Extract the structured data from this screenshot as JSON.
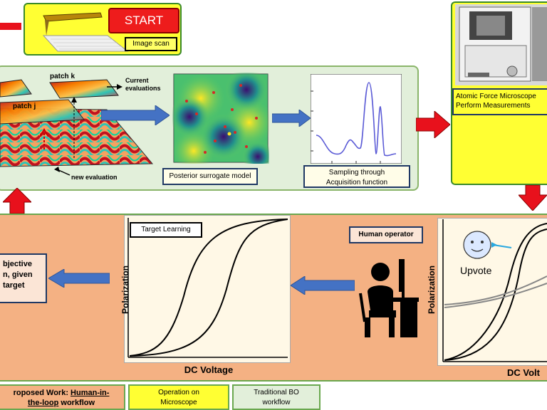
{
  "start_block": {
    "start_label": "START",
    "image_scan_label": "Image scan"
  },
  "bo_block": {
    "patch_k_label": "patch k",
    "patch_j_label": "patch j",
    "current_evaluations_label": "Current\nevaluations",
    "new_evaluation_label": "new evaluation",
    "posterior_label": "Posterior surrogate model",
    "acquisition_label": "Sampling through\nAcquisition function"
  },
  "microscope_block": {
    "label": "Atomic Force Microscope\nPerform Measurements"
  },
  "hitl_block": {
    "target_learning_label": "Target Learning",
    "polarization_label": "Polarization",
    "dc_voltage_label": "DC Voltage",
    "human_operator_label": "Human operator",
    "upvote_label": "Upvote",
    "objective_label": "bjective\nn, given\ntarget",
    "dc_volt_right_label": "DC Volt"
  },
  "legend": {
    "proposed_prefix": "roposed Work: ",
    "proposed_underlined": "Human-in-\nthe-loop",
    "proposed_suffix": " workflow",
    "operation_label": "Operation on\nMicroscope",
    "traditional_label": "Traditional BO\nworkflow"
  },
  "colors": {
    "green_panel": "#e2efda",
    "yellow_panel": "#ffff33",
    "orange_panel": "#f4b183",
    "red_arrow": "#e8111c",
    "blue_arrow": "#4472c4"
  }
}
